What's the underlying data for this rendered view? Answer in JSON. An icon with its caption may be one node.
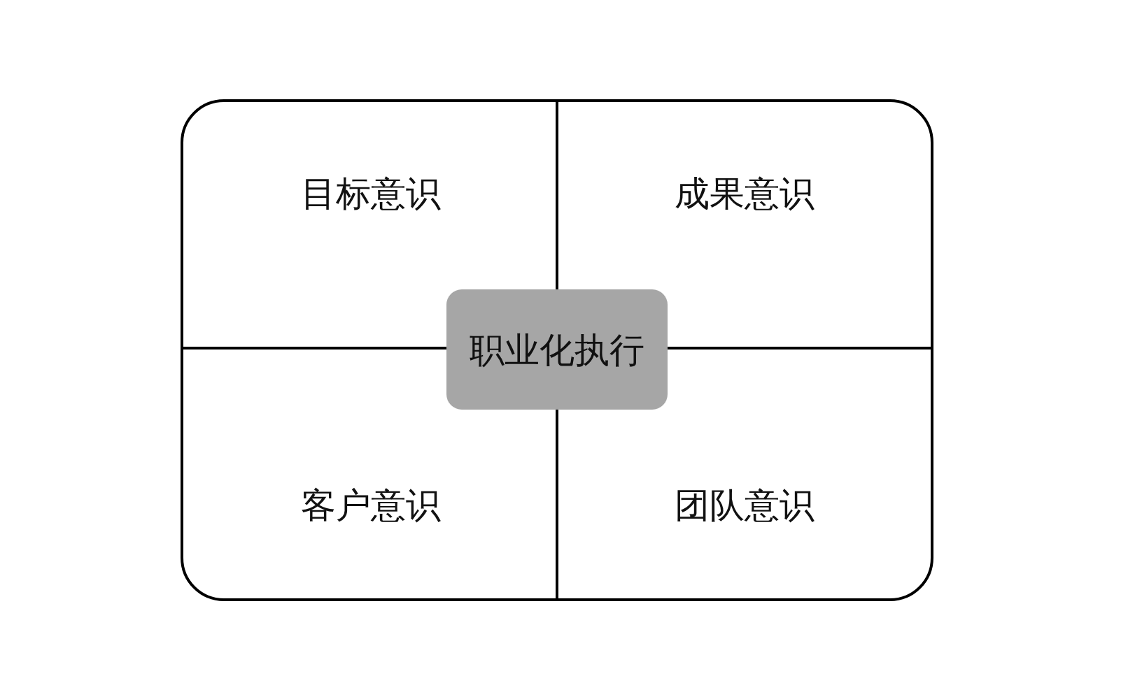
{
  "diagram": {
    "nodes": [
      {
        "text": [
          "目标意识"
        ]
      },
      {
        "text": [
          "成果意识"
        ]
      },
      {
        "text": [
          "职业化执行"
        ]
      },
      {
        "text": [
          "客户意识"
        ]
      },
      {
        "text": [
          "团队意识"
        ]
      }
    ]
  }
}
